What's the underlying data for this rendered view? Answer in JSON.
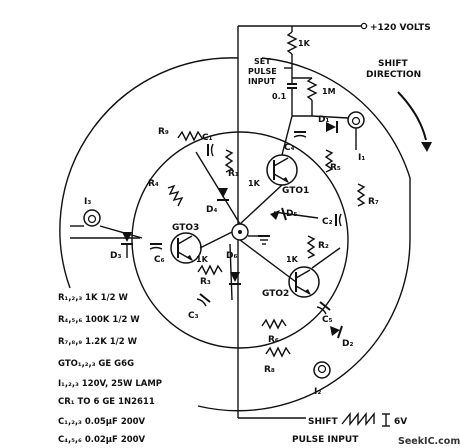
{
  "supply": {
    "label": "+120 VOLTS"
  },
  "resistor_1k_top": "1K",
  "set_pulse": [
    "SET",
    "PULSE",
    "INPUT"
  ],
  "shift_direction": [
    "SHIFT",
    "DIRECTION"
  ],
  "r_1m": "1M",
  "cap_01": "0.1",
  "components": {
    "R1": "R₁",
    "R2": "R₂",
    "R3": "R₃",
    "R4": "R₄",
    "R5": "R₅",
    "R6": "R₆",
    "R7": "R₇",
    "R8": "R₈",
    "R9": "R₉",
    "C1": "C₁",
    "C2": "C₂",
    "C3": "C₃",
    "C4": "C₄",
    "C5": "C₅",
    "C6": "C₆",
    "D1": "D₁",
    "D2": "D₂",
    "D3": "D₃",
    "D4": "D₄",
    "D5": "D₅",
    "D6": "D₆",
    "I1": "I₁",
    "I2": "I₂",
    "I3": "I₃",
    "GTO1": "GTO1",
    "GTO2": "GTO2",
    "GTO3": "GTO3",
    "k1a": "1K",
    "k1b": "1K",
    "k1c": "1K"
  },
  "legend": [
    "R₁,₂,₃  1K 1/2 W",
    "R₄,₅,₆  100K 1/2 W",
    "R₇,₈,₉  1.2K 1/2 W",
    "GTO₁,₂,₃  GE G6G",
    "I₁,₂,₃  120V, 25W LAMP",
    "CR₁ TO 6  GE 1N2611",
    "C₁,₂,₃  0.05μF 200V",
    "C₄,₅,₆  0.02μF 200V"
  ],
  "shift_pulse": {
    "line1": "SHIFT",
    "line2": "PULSE INPUT",
    "voltage": "6V"
  },
  "watermark": "SeekIC.com"
}
